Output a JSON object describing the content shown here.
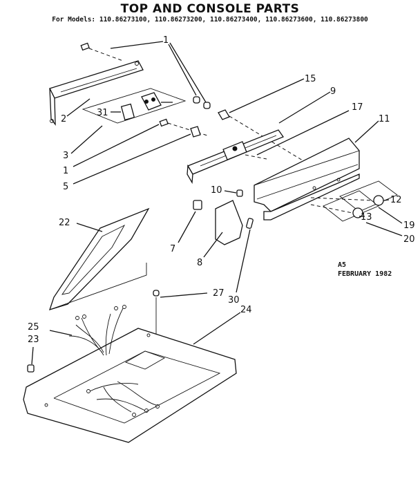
{
  "header": {
    "title": "TOP AND CONSOLE PARTS",
    "models": "For Models: 110.86273100, 110.86273200, 110.86273400, 110.86273600, 110.86273800"
  },
  "notes": {
    "code": "A5",
    "date": "FEBRUARY 1982"
  },
  "callouts": {
    "c1a": "1",
    "c1b": "1",
    "c2": "2",
    "c3": "3",
    "c5": "5",
    "c7": "7",
    "c8": "8",
    "c9": "9",
    "c10": "10",
    "c11": "11",
    "c12": "12",
    "c13": "13",
    "c15": "15",
    "c17": "17",
    "c19": "19",
    "c20": "20",
    "c22": "22",
    "c23": "23",
    "c24": "24",
    "c25": "25",
    "c27": "27",
    "c30": "30",
    "c31": "31"
  }
}
